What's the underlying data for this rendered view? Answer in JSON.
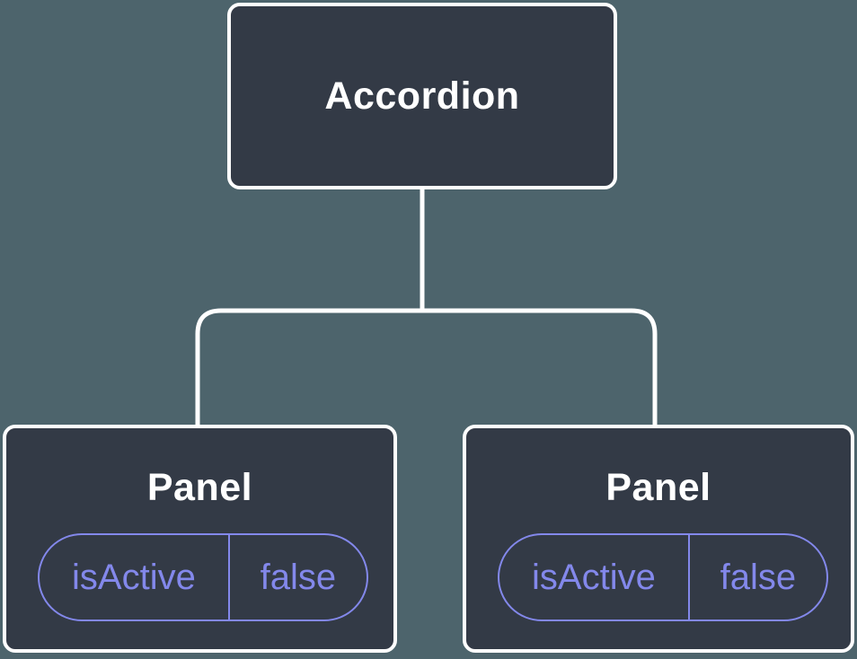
{
  "theme": {
    "page-bg": "#4d646c",
    "node-bg": "#333a46",
    "node-border": "#ffffff",
    "line-color": "#ffffff",
    "accent": "#8388eb",
    "label-color": "#ffffff"
  },
  "tree": {
    "root": {
      "label": "Accordion"
    },
    "children": [
      {
        "label": "Panel",
        "prop": {
          "name": "isActive",
          "value": "false"
        }
      },
      {
        "label": "Panel",
        "prop": {
          "name": "isActive",
          "value": "false"
        }
      }
    ]
  }
}
